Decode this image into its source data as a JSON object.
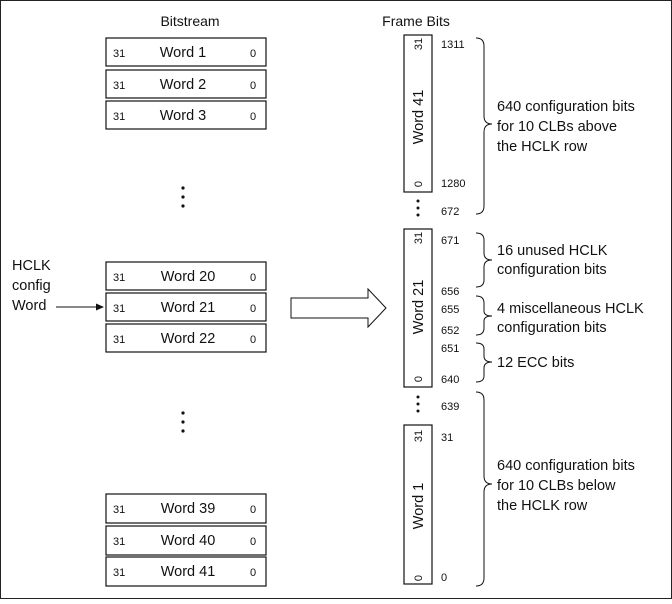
{
  "headers": {
    "bitstream": "Bitstream",
    "frame_bits": "Frame Bits"
  },
  "word_bit_high": "31",
  "word_bit_low": "0",
  "bitstream_words": [
    "Word 1",
    "Word 2",
    "Word 3",
    "Word 20",
    "Word 21",
    "Word 22",
    "Word 39",
    "Word 40",
    "Word 41"
  ],
  "hclk_label": [
    "HCLK",
    "config",
    "Word"
  ],
  "frame_words": [
    {
      "label": "Word 41",
      "bit_high": "31",
      "bit_low": "0"
    },
    {
      "label": "Word 21",
      "bit_high": "31",
      "bit_low": "0"
    },
    {
      "label": "Word 1",
      "bit_high": "31",
      "bit_low": "0"
    }
  ],
  "frame_bit_numbers": [
    "1311",
    "1280",
    "672",
    "671",
    "656",
    "655",
    "652",
    "651",
    "640",
    "639",
    "31",
    "0"
  ],
  "descriptions": [
    [
      "640 configuration bits",
      "for 10 CLBs above",
      "the HCLK row"
    ],
    [
      "16 unused HCLK",
      "configuration bits"
    ],
    [
      "4 miscellaneous HCLK",
      "configuration bits"
    ],
    [
      "12 ECC bits"
    ],
    [
      "640 configuration bits",
      "for 10 CLBs below",
      "the HCLK row"
    ]
  ]
}
